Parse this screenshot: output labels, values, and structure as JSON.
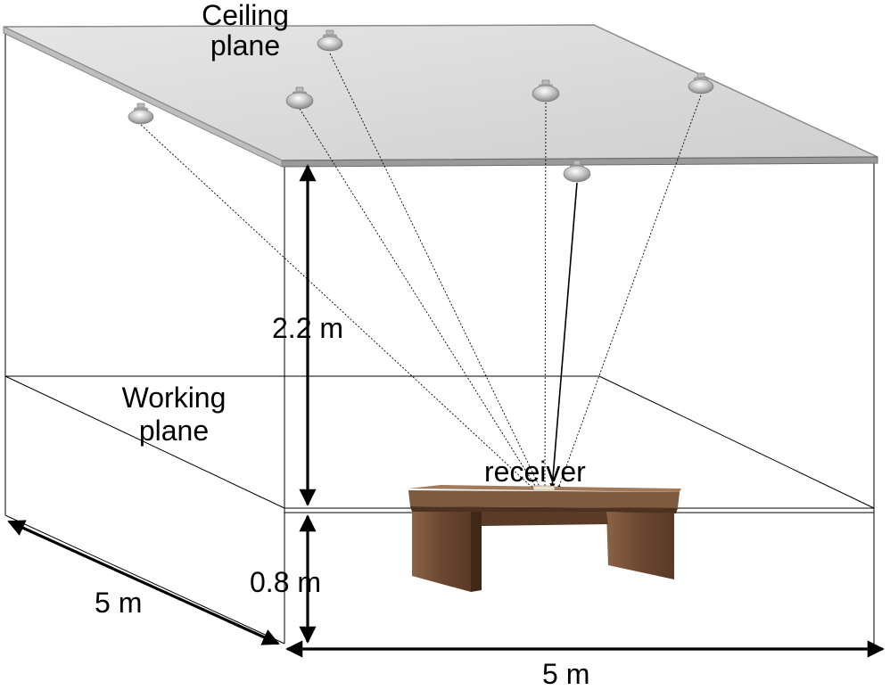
{
  "labels": {
    "ceiling_line1": "Ceiling",
    "ceiling_line2": "plane",
    "working_line1": "Working",
    "working_line2": "plane",
    "receiver": "receiver",
    "height_upper": "2.2 m",
    "height_lower": "0.8 m",
    "depth": "5 m",
    "width": "5 m"
  },
  "icons": {
    "lamp": "led-bulb-icon",
    "table": "desk-icon"
  },
  "lamp_count": 6,
  "colors": {
    "ceiling_fill": "#dcdcdc",
    "ceiling_edge": "#7a7a7a",
    "lines": "#000000",
    "desk_wood": "#6e4a2f",
    "desk_top": "#8a6a4e"
  }
}
